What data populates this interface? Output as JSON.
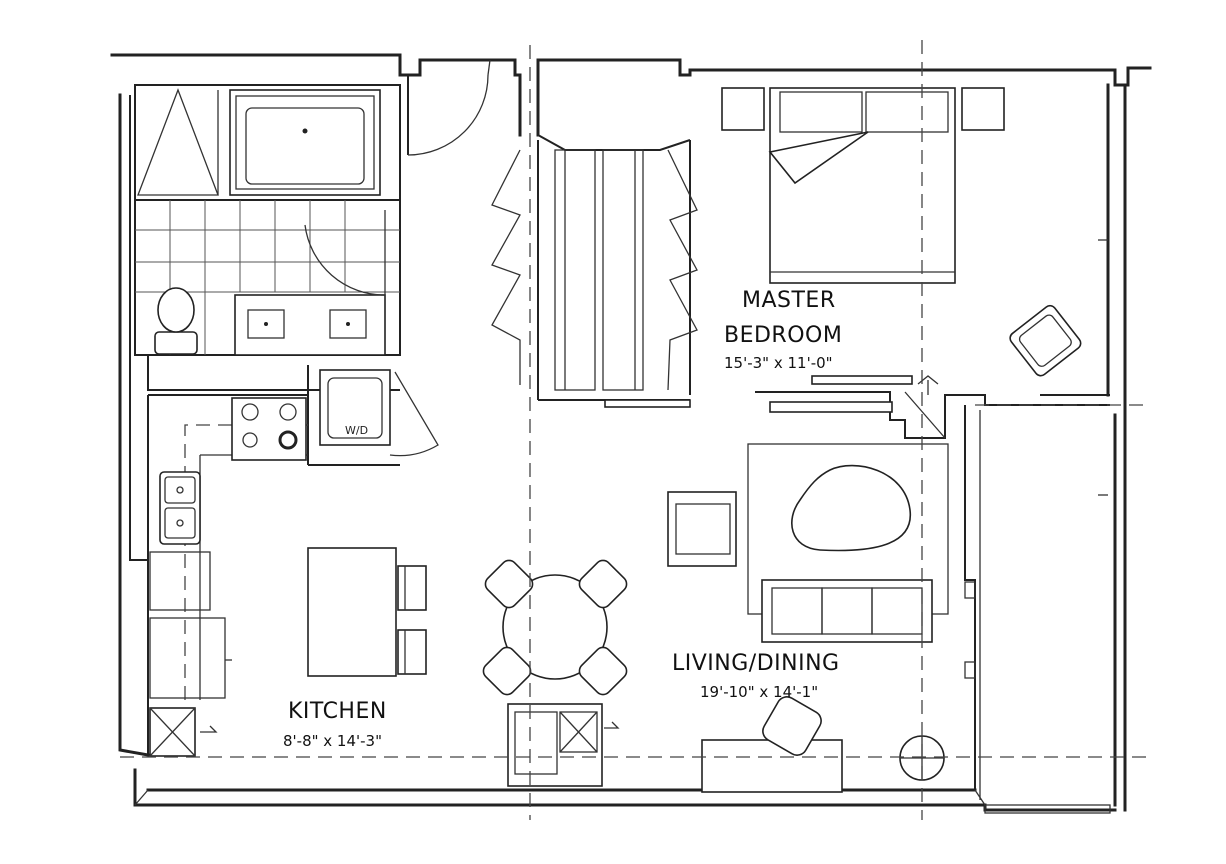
{
  "rooms": {
    "master_bedroom": {
      "name_line1": "MASTER",
      "name_line2": "BEDROOM",
      "dimensions": "15'-3\" x 11'-0\""
    },
    "living_dining": {
      "name": "LIVING/DINING",
      "dimensions": "19'-10\" x 14'-1\""
    },
    "kitchen": {
      "name": "KITCHEN",
      "dimensions": "8'-8\" x 14'-3\""
    }
  },
  "fixtures": {
    "washer_dryer_label": "W/D"
  }
}
